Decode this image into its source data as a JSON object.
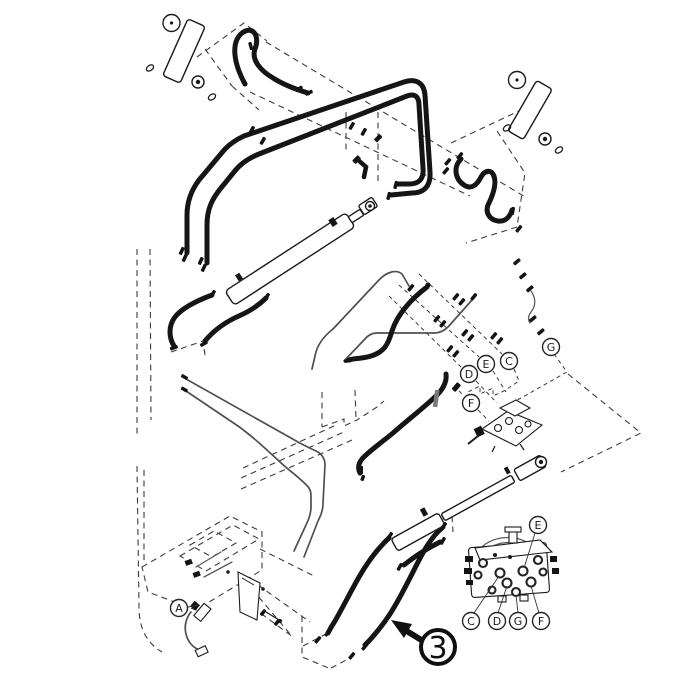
{
  "diagram": {
    "background": "#ffffff",
    "line_color": "#151515",
    "item_callout": {
      "number": "3"
    },
    "frame_callout": {
      "label": "A"
    },
    "hose_callouts": [
      {
        "label": "D"
      },
      {
        "label": "E"
      },
      {
        "label": "C"
      },
      {
        "label": "G"
      },
      {
        "label": "F"
      }
    ],
    "valve_port_callouts": [
      {
        "label": "E"
      },
      {
        "label": "C"
      },
      {
        "label": "D"
      },
      {
        "label": "G"
      },
      {
        "label": "F"
      }
    ]
  }
}
